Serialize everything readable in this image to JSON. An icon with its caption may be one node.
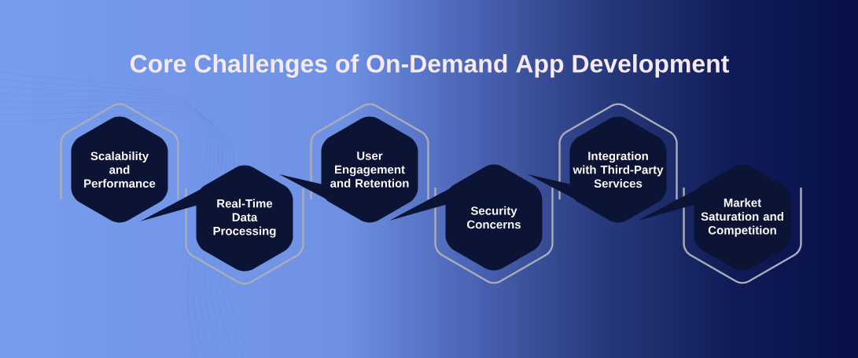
{
  "diagram": {
    "title": "Core Challenges of On-Demand App Development",
    "nodes": [
      {
        "text": [
          "Scalability and Performance"
        ]
      },
      {
        "text": [
          "Real-Time Data Processing"
        ]
      },
      {
        "text": [
          "User Engagement and Retention"
        ]
      },
      {
        "text": [
          "Security Concerns"
        ]
      },
      {
        "text": [
          "Integration with Third-Party Services"
        ]
      },
      {
        "text": [
          "Market Saturation and Competition"
        ]
      }
    ]
  }
}
